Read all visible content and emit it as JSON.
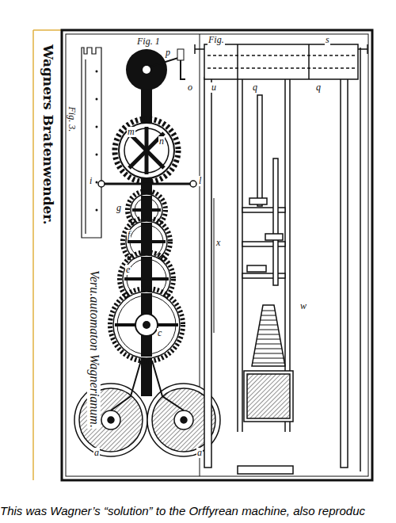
{
  "diagram": {
    "title": "Wagners Bratenwender.",
    "caption": "This was Wagner’s “solution” to the Orffyrean machine, also reproduc",
    "labels": [
      "Fig. 1",
      "p",
      "o",
      "m",
      "n",
      "i",
      "l",
      "g",
      "f",
      "e",
      "c",
      "a",
      "a",
      "Fig. 3.",
      "Veru.automaton Wagnerianum.",
      "Fig.",
      "u",
      "s",
      "q",
      "q",
      "w",
      "x"
    ]
  }
}
